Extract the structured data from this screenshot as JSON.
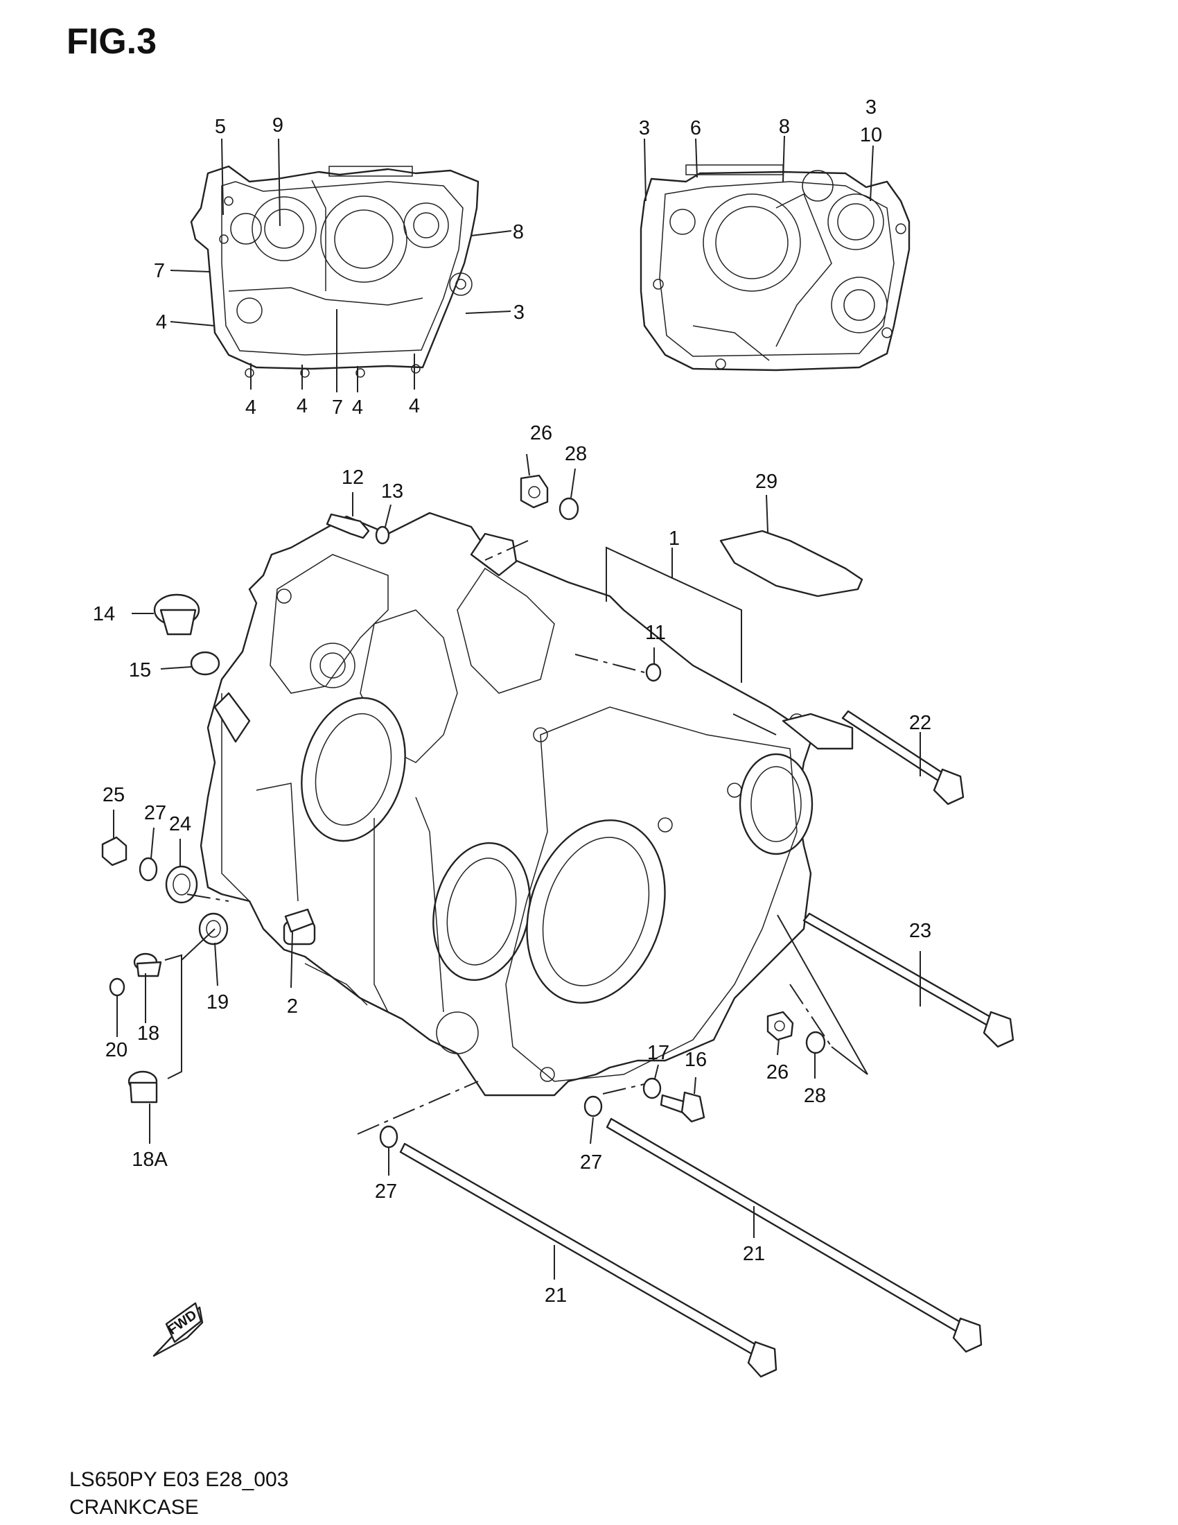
{
  "figure": {
    "title": "FIG.3",
    "footer_code": "LS650PY E03 E28_003",
    "footer_name": "CRANKCASE",
    "fwd_label": "FWD"
  },
  "callouts": {
    "c1": "1",
    "c2": "2",
    "c3a": "3",
    "c3b": "3",
    "c3c": "3",
    "c4a": "4",
    "c4b": "4",
    "c4c": "4",
    "c4d": "4",
    "c4e": "4",
    "c5": "5",
    "c6": "6",
    "c7a": "7",
    "c7b": "7",
    "c8a": "8",
    "c8b": "8",
    "c9": "9",
    "c10": "10",
    "c11": "11",
    "c12": "12",
    "c13": "13",
    "c14": "14",
    "c15": "15",
    "c16": "16",
    "c17": "17",
    "c18": "18",
    "c18a": "18A",
    "c19": "19",
    "c20": "20",
    "c21a": "21",
    "c21b": "21",
    "c22": "22",
    "c23": "23",
    "c24": "24",
    "c25": "25",
    "c26a": "26",
    "c26b": "26",
    "c27a": "27",
    "c27b": "27",
    "c27c": "27",
    "c28a": "28",
    "c28b": "28",
    "c29": "29"
  }
}
